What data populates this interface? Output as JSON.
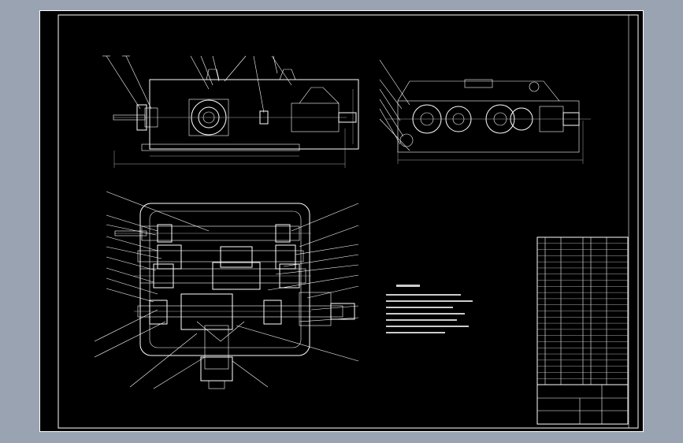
{
  "drawing": {
    "background_color": "#000000",
    "line_color": "#ffffff",
    "surround_color": "#9aa3b2",
    "views": [
      "front-view",
      "side-view",
      "top-section-view"
    ],
    "title_block_rows": 24
  }
}
